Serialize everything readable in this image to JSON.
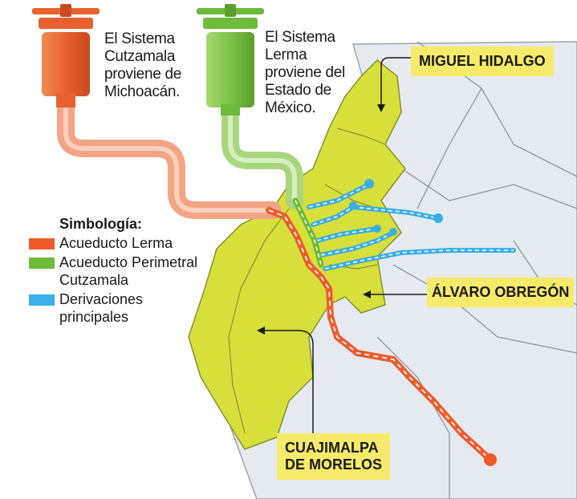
{
  "sources": {
    "cutzamala_text": "El Sistema\nCutzamala\nproviene de\nMichoacán.",
    "lerma_text": "El Sistema\nLerma\nproviene del\nEstado de\nMéxico."
  },
  "districts": {
    "miguel_hidalgo": "MIGUEL HIDALGO",
    "alvaro_obregon": "ÁLVARO OBREGÓN",
    "cuajimalpa": "CUAJIMALPA\nDE MORELOS"
  },
  "legend": {
    "title": "Simbología:",
    "items": [
      {
        "label": "Acueducto Lerma",
        "color": "#ef5b2b"
      },
      {
        "label": "Acueducto Perimetral\nCutzamala",
        "color": "#6dbb3a"
      },
      {
        "label": "Derivaciones\nprincipales",
        "color": "#3aaee6"
      }
    ]
  },
  "colors": {
    "territory": "#d7df3a",
    "territory_stroke": "#8a8f30",
    "background_map": "#e4eaf0",
    "district_label_bg": "#f6ea6a",
    "lerma_pipe": "#ef5b2b",
    "cutzamala_pipe": "#6dbb3a",
    "derivations": "#3aaee6"
  }
}
